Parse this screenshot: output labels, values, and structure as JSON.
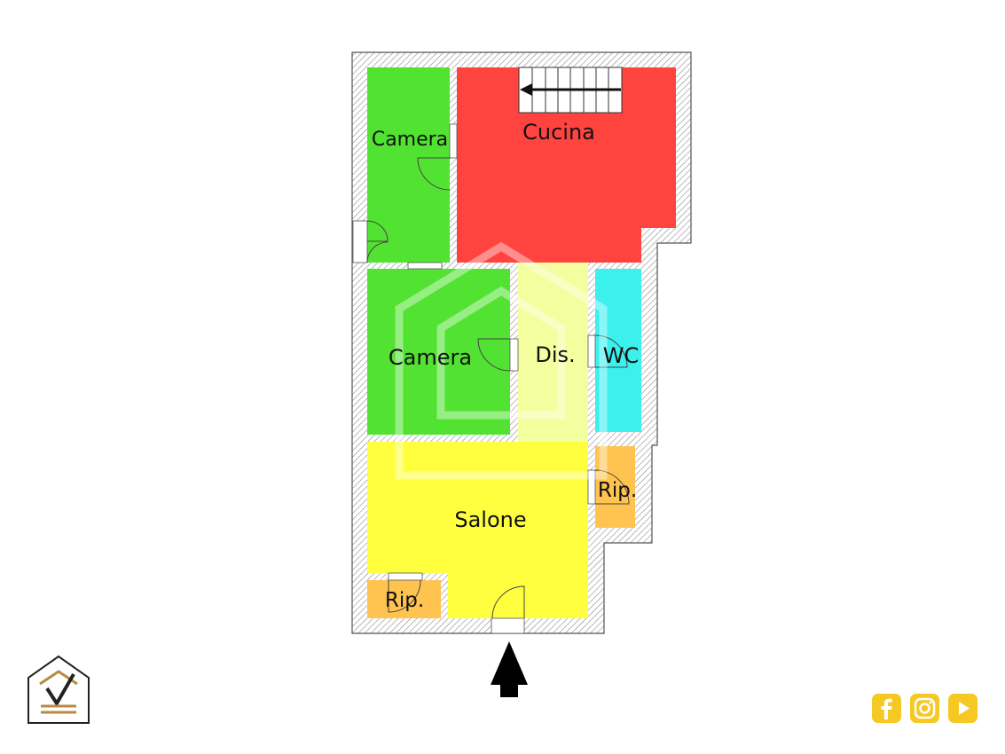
{
  "floor_plan": {
    "rooms": [
      {
        "id": "camera-1",
        "label": "Camera",
        "color": "#52e332"
      },
      {
        "id": "cucina",
        "label": "Cucina",
        "color": "#ff4440"
      },
      {
        "id": "camera-2",
        "label": "Camera",
        "color": "#52e332"
      },
      {
        "id": "dis",
        "label": "Dis.",
        "color": "#f3ff9f"
      },
      {
        "id": "wc",
        "label": "WC",
        "color": "#3cf0ee"
      },
      {
        "id": "salone",
        "label": "Salone",
        "color": "#ffff40"
      },
      {
        "id": "rip-1",
        "label": "Rip.",
        "color": "#ffc34f"
      },
      {
        "id": "rip-2",
        "label": "Rip.",
        "color": "#ffc34f"
      }
    ],
    "wall_color": "#9a9a9a",
    "entrance_icon": "arrow-up-icon"
  },
  "logo": {
    "icon": "house-check-icon",
    "accent": "#b88a44"
  },
  "social": {
    "color": "#f6c823",
    "icons": [
      "facebook-icon",
      "instagram-icon",
      "youtube-icon"
    ]
  }
}
